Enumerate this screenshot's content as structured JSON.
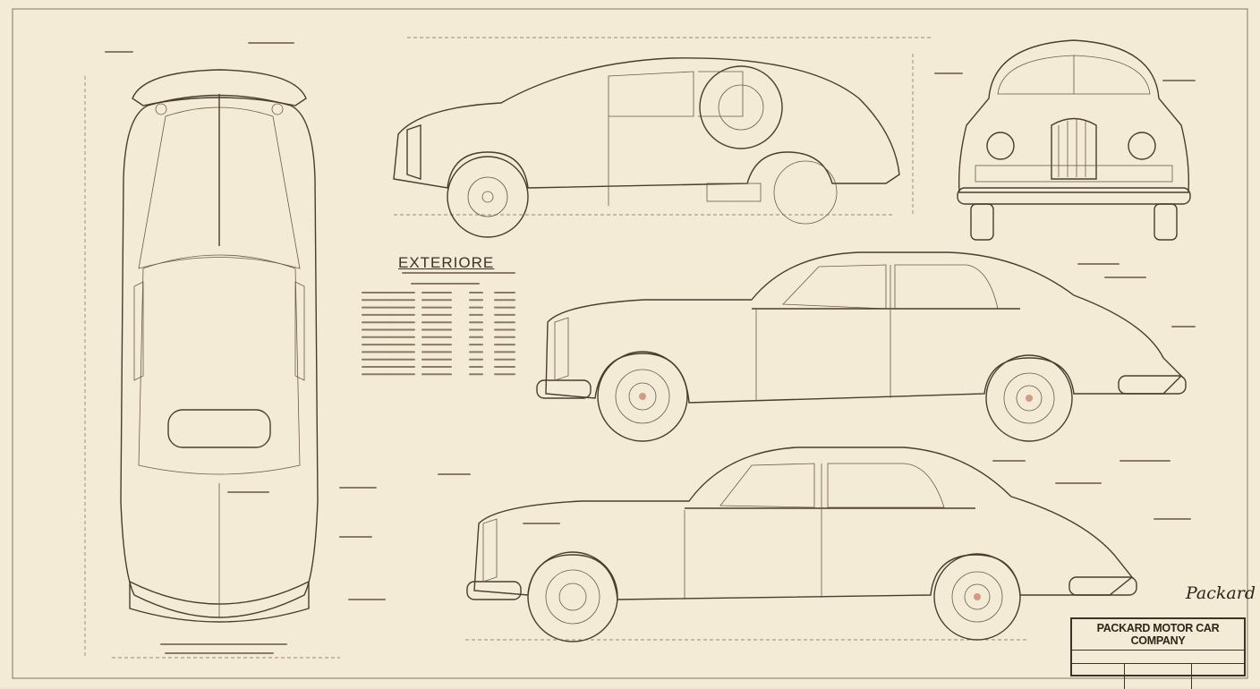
{
  "sheet": {
    "section_title": "EXTERIORE",
    "title_block": {
      "company": "PACKARD MOTOR CAR COMPANY"
    },
    "signature": "Packard"
  },
  "colors": {
    "paper": "#f3ebd5",
    "ink": "#4a3c2e"
  }
}
